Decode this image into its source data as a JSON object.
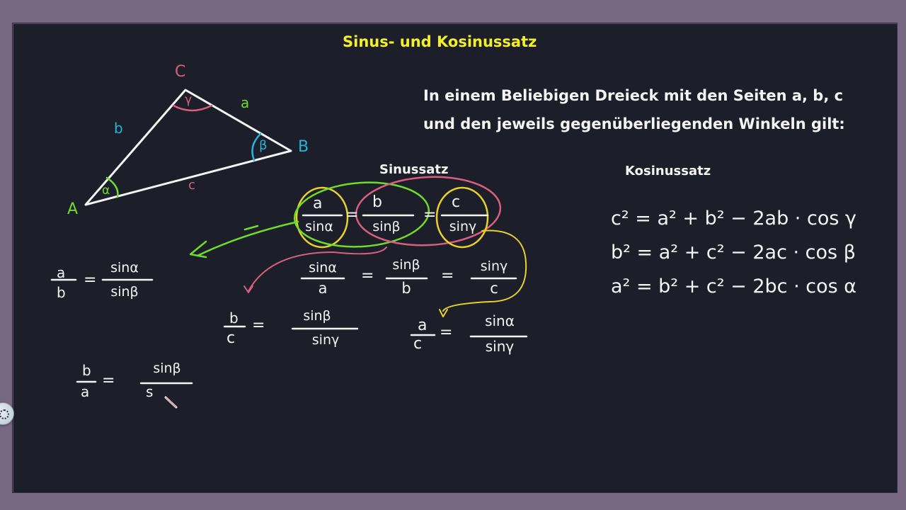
{
  "slide": {
    "title": "Sinus- und Kosinussatz",
    "intro_line1": "In einem Beliebigen Dreieck mit den Seiten a, b, c",
    "intro_line2": "und den jeweils gegenüberliegenden Winkeln gilt:",
    "sinussatz_heading": "Sinussatz",
    "kosinussatz_heading": "Kosinussatz"
  },
  "triangle": {
    "vertices": {
      "A": "A",
      "B": "B",
      "C": "C"
    },
    "sides": {
      "a": "a",
      "b": "b",
      "c": "c"
    },
    "angles": {
      "alpha": "α",
      "beta": "β",
      "gamma": "γ"
    }
  },
  "sinussatz": {
    "main": [
      {
        "num": "a",
        "den": "sinα"
      },
      {
        "num": "b",
        "den": "sinβ"
      },
      {
        "num": "c",
        "den": "sinγ"
      }
    ],
    "inverse": [
      {
        "num": "sinα",
        "den": "a"
      },
      {
        "num": "sinβ",
        "den": "b"
      },
      {
        "num": "sinγ",
        "den": "c"
      }
    ],
    "derived": [
      {
        "lhs_num": "a",
        "lhs_den": "b",
        "rhs_num": "sinα",
        "rhs_den": "sinβ"
      },
      {
        "lhs_num": "b",
        "lhs_den": "c",
        "rhs_num": "sinβ",
        "rhs_den": "sinγ"
      },
      {
        "lhs_num": "a",
        "lhs_den": "c",
        "rhs_num": "sinα",
        "rhs_den": "sinγ"
      },
      {
        "lhs_num": "b",
        "lhs_den": "a",
        "rhs_num": "sinβ",
        "rhs_den": "s"
      }
    ]
  },
  "kosinussatz": {
    "lines": [
      "c² = a² + b² − 2ab · cos γ",
      "b² = a² + c² − 2ac · cos β",
      "a² = b² + c² − 2bc · cos α"
    ]
  },
  "colors": {
    "background": "#776882",
    "board": "#1c1e2a",
    "title": "#f2f02a",
    "ink_white": "#f4f4f4",
    "ink_green": "#6fdc2c",
    "ink_pink": "#d8607e",
    "ink_cyan": "#26b4d8",
    "ink_yellow": "#e8d22a"
  }
}
